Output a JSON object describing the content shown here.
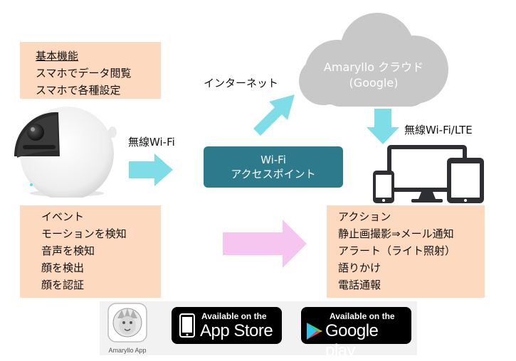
{
  "basic_box": {
    "title": "基本機能",
    "lines": [
      "スマホでデータ閲覧",
      "スマホで各種設定"
    ]
  },
  "events_box": {
    "lines": [
      "イベント",
      "モーションを検知",
      "音声を検知",
      "顔を検出",
      "顔を認証"
    ]
  },
  "actions_box": {
    "lines": [
      "アクション",
      "静止画撮影⇒メール通知",
      "アラート（ライト照射）",
      "語りかけ",
      "電話通報"
    ]
  },
  "labels": {
    "wireless_wifi": "無線Wi-Fi",
    "internet": "インターネット",
    "wireless_wifi_lte": "無線Wi-Fi/LTE"
  },
  "cloud": {
    "line1": "Amaryllo クラウド",
    "line2": "(Google)"
  },
  "access_point": {
    "line1": "Wi-Fi",
    "line2": "アクセスポイント"
  },
  "app": {
    "name": "Amaryllo App"
  },
  "badges": {
    "app_store_small": "Available on the",
    "app_store_big": "App Store",
    "google_play_small": "Available on the",
    "google_play_big": "Google play"
  },
  "colors": {
    "peach": "#fdd9bf",
    "arrow_cyan": "#7fdde8",
    "arrow_pink": "#f7c6f0",
    "cloud_gray": "#c8c8c8",
    "access_point_teal": "#2c7a8b",
    "device_dark": "#2d2f33"
  }
}
